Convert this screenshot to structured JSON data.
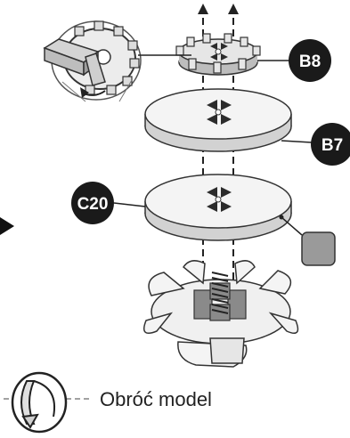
{
  "labels": {
    "b8": "B8",
    "b7": "B7",
    "c20": "C20"
  },
  "instruction": {
    "text": "Obróć model",
    "icon": "rotate-model-icon"
  },
  "colors": {
    "badge": "#1a1a1a",
    "swatch": "#9a9a9a",
    "line": "#222222"
  }
}
